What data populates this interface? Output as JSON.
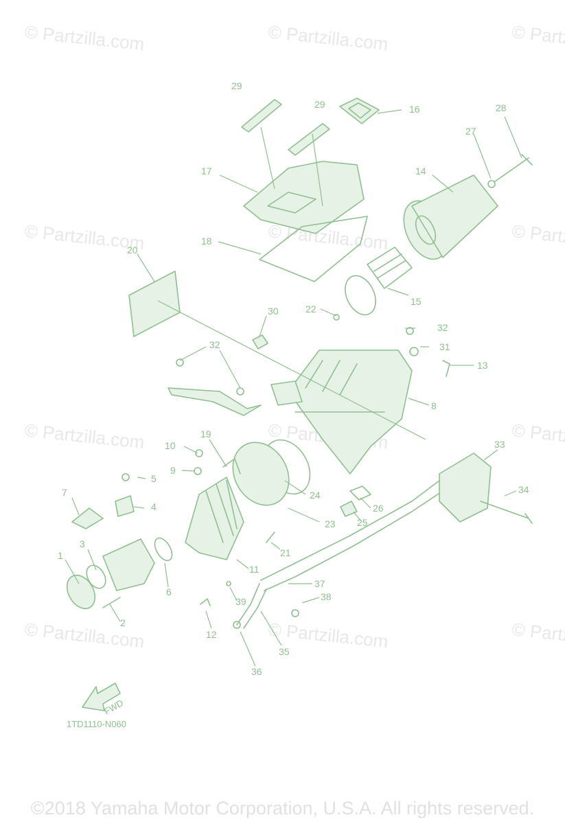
{
  "watermark": "© Partzilla.com",
  "diagram_code": "1TD1110-N060",
  "fwd_label": "FWD",
  "copyright": "©2018 Yamaha Motor Corporation, U.S.A. All rights reserved.",
  "callouts": [
    "1",
    "2",
    "3",
    "4",
    "5",
    "6",
    "7",
    "8",
    "9",
    "10",
    "11",
    "12",
    "13",
    "14",
    "15",
    "16",
    "17",
    "18",
    "19",
    "20",
    "21",
    "22",
    "23",
    "24",
    "25",
    "26",
    "27",
    "28",
    "29",
    "29",
    "30",
    "31",
    "32",
    "32",
    "33",
    "34",
    "35",
    "36",
    "37",
    "38",
    "39"
  ]
}
